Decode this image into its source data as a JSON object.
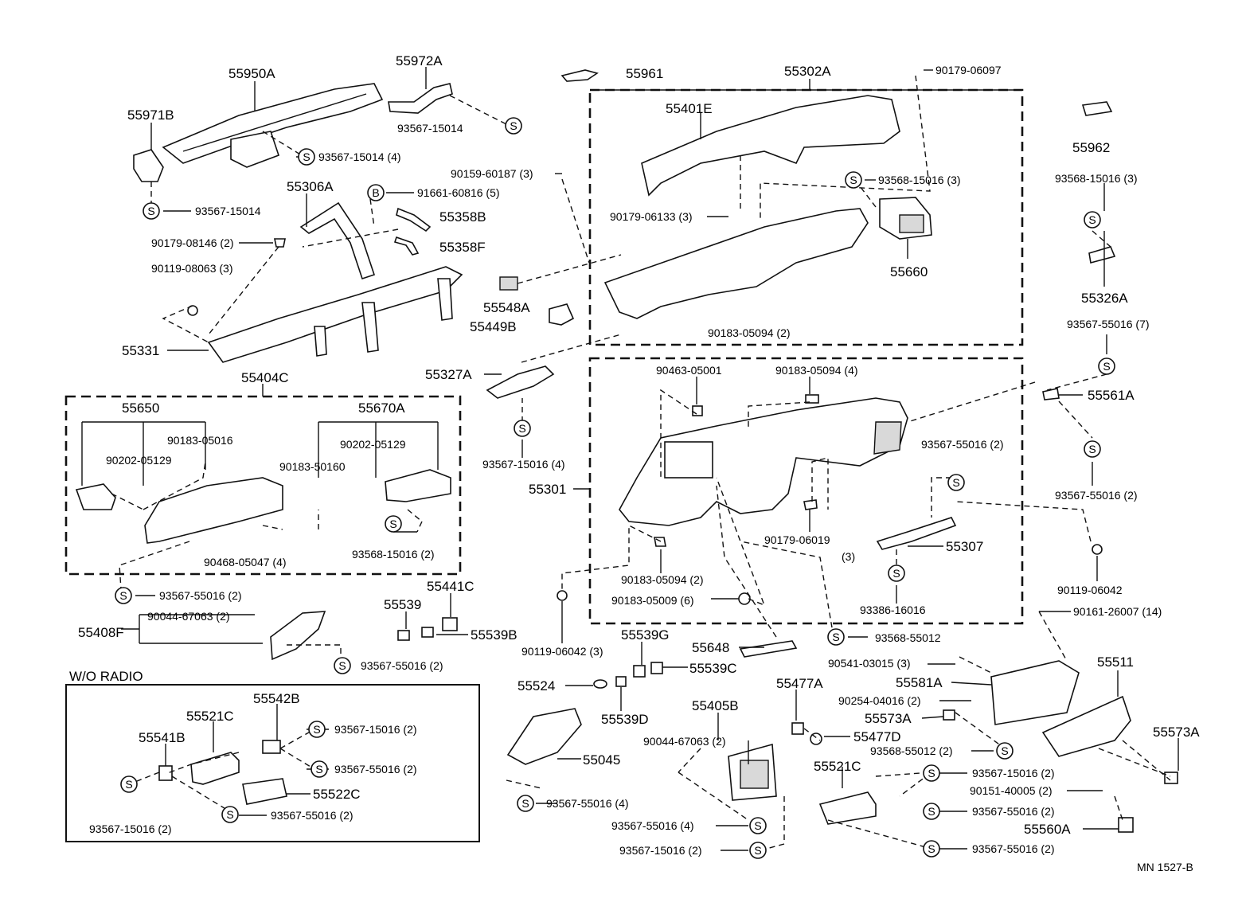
{
  "diagram": {
    "code": "MN  1527-B",
    "section_wo_radio": "W/O RADIO",
    "symbols": {
      "screw": "S",
      "bolt": "B"
    },
    "labels": {
      "p55950A": "55950A",
      "p55972A": "55972A",
      "p55971B": "55971B",
      "s9356715014a": "93567-15014",
      "s9356715014_4": "93567-15014 (4)",
      "s9356715014b": "93567-15014",
      "p55306A": "55306A",
      "b9166160816": "91661-60816 (5)",
      "p55358B": "55358B",
      "p55358F": "55358F",
      "c9017908146": "90179-08146 (2)",
      "c9011908063": "90119-08063 (3)",
      "p55331": "55331",
      "p55961": "55961",
      "p55302A": "55302A",
      "c9017906097": "90179-06097",
      "p55401E": "55401E",
      "c9015960187": "90159-60187 (3)",
      "c9017906133": "90179-06133 (3)",
      "s9356815016a": "93568-15016 (3)",
      "p55660": "55660",
      "p55548A": "55548A",
      "p55449B": "55449B",
      "c9018305094a": "90183-05094 (2)",
      "p55962": "55962",
      "s9356815016b": "93568-15016 (3)",
      "p55326A": "55326A",
      "s9356755016_7": "93567-55016 (7)",
      "p55404C": "55404C",
      "p55650": "55650",
      "c9018305016": "90183-05016",
      "c9020205129a": "90202-05129",
      "p55670A": "55670A",
      "c9020205129b": "90202-05129",
      "c9018350160": "90183-50160",
      "c9046805047": "90468-05047 (4)",
      "s9356815016c": "93568-15016 (2)",
      "s9356755016_2a": "93567-55016 (2)",
      "p55327A": "55327A",
      "s9356715016_4": "93567-15016 (4)",
      "p55301": "55301",
      "c9046305001": "90463-05001",
      "c9018305094b": "90183-05094 (4)",
      "s9356755016_2b": "93567-55016 (2)",
      "p55561A": "55561A",
      "s9356755016_2c": "93567-55016 (2)",
      "c9017906019": "90179-06019",
      "c9017906019q": "(3)",
      "p55307": "55307",
      "c9018305094c": "90183-05094 (2)",
      "c9018305009": "90183-05009 (6)",
      "c9011906042a": "90119-06042 (3)",
      "s9338616016": "93386-16016",
      "c9011906042b": "90119-06042",
      "c9016126007": "90161-26007 (14)",
      "p55648": "55648",
      "s9356855012a": "93568-55012",
      "p55408F": "55408F",
      "c9004467063a": "90044-67063 (2)",
      "s9356755016_2d": "93567-55016 (2)",
      "p55539": "55539",
      "p55441C": "55441C",
      "p55539B": "55539B",
      "p55539G": "55539G",
      "p55539C": "55539C",
      "p55524": "55524",
      "p55539D": "55539D",
      "p55045": "55045",
      "s9356755016_4a": "93567-55016 (4)",
      "p55405B": "55405B",
      "c9004467063b": "90044-67063 (2)",
      "s9356755016_4b": "93567-55016 (4)",
      "s9356715016_2a": "93567-15016 (2)",
      "p55477A": "55477A",
      "p55477D": "55477D",
      "c9054103015": "90541-03015 (3)",
      "p55581A": "55581A",
      "p55511": "55511",
      "c9025404016": "90254-04016 (2)",
      "p55573A_a": "55573A",
      "s9356855012b": "93568-55012 (2)",
      "p55573A_b": "55573A",
      "p55521C_a": "55521C",
      "s9356715016_2b": "93567-15016 (2)",
      "c9015140005": "90151-40005 (2)",
      "s9356755016_2e": "93567-55016 (2)",
      "p55560A": "55560A",
      "s9356755016_2f": "93567-55016 (2)",
      "p55521C_b": "55521C",
      "p55542B": "55542B",
      "p55541B": "55541B",
      "s9356715016_2c": "93567-15016 (2)",
      "s9356755016_2g": "93567-55016 (2)",
      "p55522C": "55522C",
      "s9356755016_2h": "93567-55016 (2)",
      "s9356715016_2d": "93567-15016 (2)"
    }
  }
}
